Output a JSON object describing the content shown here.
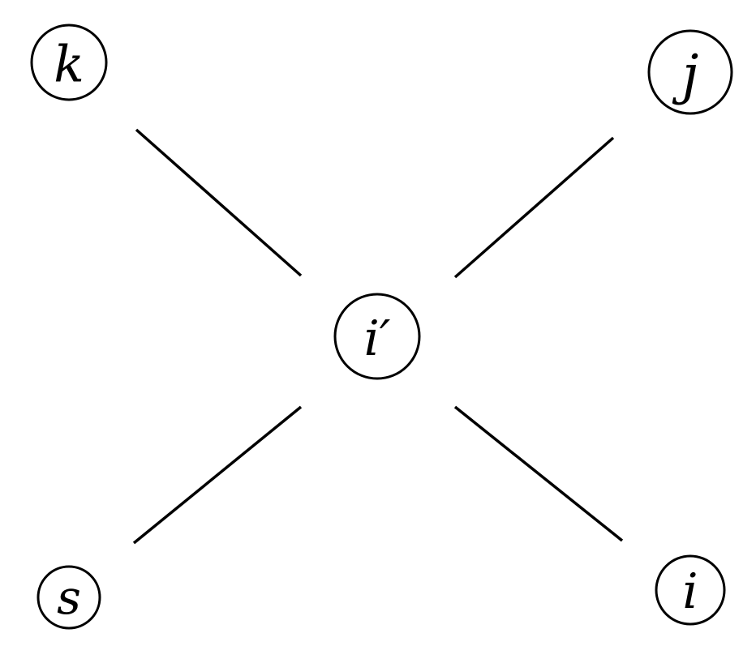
{
  "diagram": {
    "type": "star-graph",
    "line_color": "#000000",
    "background": "#ffffff",
    "center_node": {
      "id": "i_prime",
      "label": "i′"
    },
    "nodes": [
      {
        "id": "k",
        "label": "k"
      },
      {
        "id": "j",
        "label": "j"
      },
      {
        "id": "s",
        "label": "s"
      },
      {
        "id": "i",
        "label": "i"
      }
    ],
    "edges": [
      {
        "from": "k",
        "to": "i_prime"
      },
      {
        "from": "j",
        "to": "i_prime"
      },
      {
        "from": "s",
        "to": "i_prime"
      },
      {
        "from": "i",
        "to": "i_prime"
      }
    ]
  }
}
